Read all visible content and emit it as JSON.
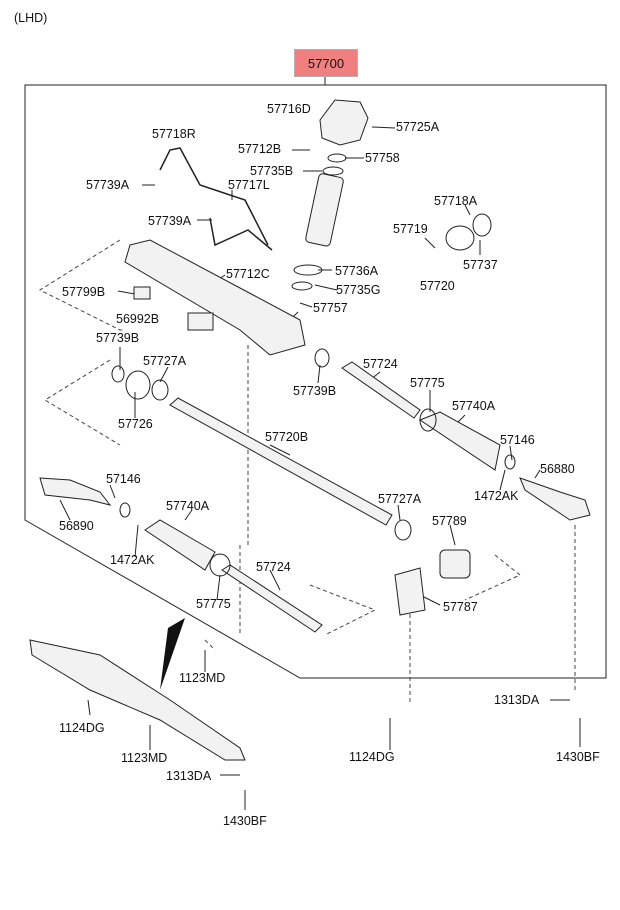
{
  "variant_label": "(LHD)",
  "assembly_number": "57700",
  "highlight_color": "#f08080",
  "parts": {
    "p57716D": "57716D",
    "p57725A": "57725A",
    "p57718R": "57718R",
    "p57712B": "57712B",
    "p57758": "57758",
    "p57735B": "57735B",
    "p57739A_1": "57739A",
    "p57717L": "57717L",
    "p57718A": "57718A",
    "p57739A_2": "57739A",
    "p57719": "57719",
    "p57737": "57737",
    "p57736A": "57736A",
    "p57712C": "57712C",
    "p57735G": "57735G",
    "p57720": "57720",
    "p57799B": "57799B",
    "p57757": "57757",
    "p56992B": "56992B",
    "p57739B_1": "57739B",
    "p57727A_1": "57727A",
    "p57724_1": "57724",
    "p57739B_2": "57739B",
    "p57775_1": "57775",
    "p57740A_1": "57740A",
    "p57726": "57726",
    "p57720B": "57720B",
    "p57146_1": "57146",
    "p56880": "56880",
    "p1472AK_1": "1472AK",
    "p57146_2": "57146",
    "p57727A_2": "57727A",
    "p56890": "56890",
    "p57740A_2": "57740A",
    "p57789": "57789",
    "p1472AK_2": "1472AK",
    "p57724_2": "57724",
    "p57787": "57787",
    "p57775_2": "57775",
    "p1123MD_1": "1123MD",
    "p1313DA_1": "1313DA",
    "p1124DG_1": "1124DG",
    "p1124DG_2": "1124DG",
    "p1430BF_1": "1430BF",
    "p1123MD_2": "1123MD",
    "p1313DA_2": "1313DA",
    "p1430BF_2": "1430BF"
  }
}
